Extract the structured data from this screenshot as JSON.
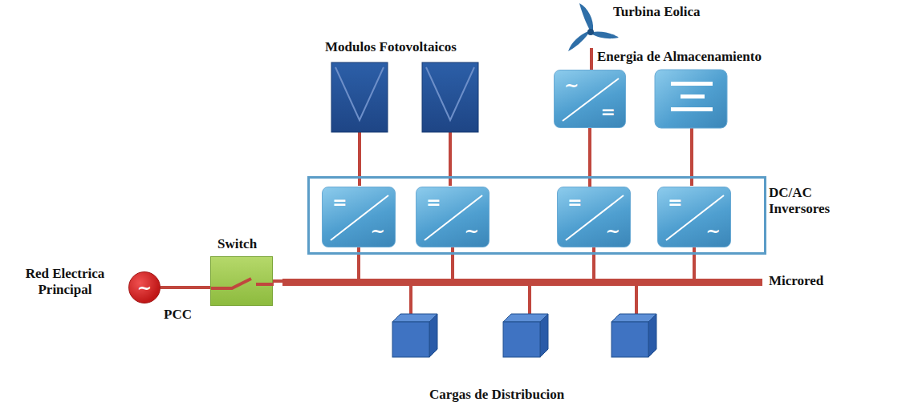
{
  "diagram": {
    "nodes": [
      {
        "text": [
          "~",
          "="
        ]
      },
      {
        "text": [
          "DC/AC Inversores"
        ]
      },
      {
        "text": [
          "=",
          "~"
        ],
        "in": 1
      },
      {
        "text": [
          "=",
          "~"
        ],
        "in": 1
      },
      {
        "text": [
          "=",
          "~"
        ],
        "in": 1
      },
      {
        "text": [
          "=",
          "~"
        ],
        "in": 1
      },
      {
        "text": [
          "Switch"
        ]
      },
      {
        "text": [
          "~",
          "Red Electrica Principal"
        ]
      },
      {
        "text": [
          "Microred"
        ]
      }
    ],
    "edges": [
      {
        "from": 0,
        "to": 4,
        "arrow": "none"
      },
      {
        "from": 2,
        "to": 8,
        "arrow": "none"
      },
      {
        "from": 3,
        "to": 8,
        "arrow": "none"
      },
      {
        "from": 4,
        "to": 8,
        "arrow": "none"
      },
      {
        "from": 5,
        "to": 8,
        "arrow": "none"
      },
      {
        "from": 7,
        "to": 6,
        "arrow": "none"
      },
      {
        "from": 6,
        "to": 8,
        "arrow": "none"
      }
    ],
    "labels": [
      "Turbina Eolica",
      "Modulos Fotovoltaicos",
      "Energia de Almacenamiento",
      "PCC",
      "Cargas de Distribucion"
    ]
  }
}
